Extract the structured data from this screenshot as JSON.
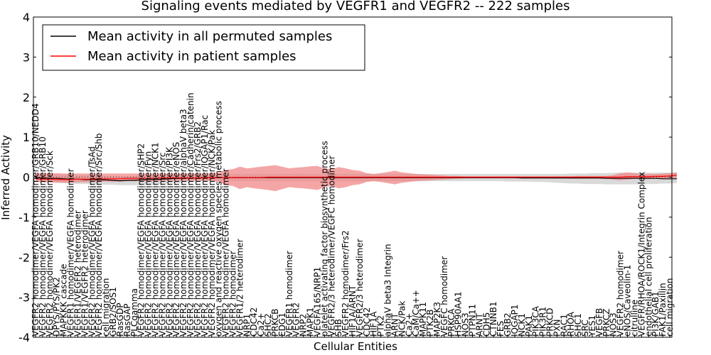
{
  "chart_data": {
    "type": "line",
    "title": "Signaling events mediated by VEGFR1 and VEGFR2 -- 222 samples",
    "xlabel": "Cellular Entities",
    "ylabel": "Inferred Activity",
    "ylim": [
      -4,
      4
    ],
    "yticks": [
      -4,
      -3,
      -2,
      -1,
      0,
      1,
      2,
      3,
      4
    ],
    "grid": false,
    "legend_position": "top-left",
    "colors": {
      "permuted": "#000000",
      "patient": "#ff0000",
      "patient_band": "#f08080",
      "permuted_band": "#cccccc"
    },
    "categories": [
      "VEGFR2 homodimer/VEGFA homodimer/GRB10/NEDD4",
      "VEGFR2 homodimer/VEGFA homodimer/GRB10",
      "VEGFR2 homodimer/VEGFA homodimer/Sck",
      "DPYS/PYS/PK2",
      "MAPKKK cascade",
      "VEGFR1 homodimer/VEGFA homodimer",
      "VEGFR1/VEGFR2 heterodimer",
      "VEGFR1/VEGFR2 heterodimer",
      "VEGFR2 homodimer/VEGFA homodimer/TsAd",
      "VEGFR2 homodimer/VEGFA homodimer/Src/Shb",
      "cell migration",
      "GRB2/SOS1",
      "RasGDP",
      "RasGAP",
      "PLCgamma",
      "VEGFR2 homodimer/VEGFA homodimer/SHP2",
      "VEGFR2 homodimer/VEGFA homodimer/Fyn",
      "VEGFR2 homodimer/VEGFA homodimer/NCK1",
      "VEGFR2 homodimer/VEGFA homodimer/Src",
      "VEGFR2 homodimer/VEGFA homodimer/PI3K",
      "VEGFR2 homodimer/VEGFA homodimer/eNOS",
      "VEGFR2 homodimer/VEGFA homodimer/alphaV beta3",
      "VEGFR2 homodimer/VEGFA homodimer/Cadherin/catenin",
      "VEGFR2 homodimer/VEGFA homodimer/Frs2/GRB2",
      "VEGFR2 homodimer/VEGFA homodimer/IQGAP1/Rac",
      "VEGFR2 homodimer/VEGFA homodimer/NCK/Pak",
      "oxygen and reactive oxygen species metabolic process",
      "VEGFR2 homodimer/VEGFA homodimer",
      "VEGFR2 homodimer",
      "VEGFR1/2 heterodimer",
      "NRP1",
      "CDC42",
      "Ca2+",
      "SHC2",
      "PRKCB",
      "EDG1",
      "VEGFR1 homodimer",
      "VEGFR2",
      "NRP2",
      "MAPK1",
      "VEGFA165/NRP1",
      "platelet activating factor biosynthetic process",
      "VEGFR2/3 heterodimer/VEGFC homodimer",
      "SHB",
      "VEGFR2 homodimer/Frs2",
      "HIF1A/ARNT",
      "VEGFR2/3 heterodimer",
      "CDC42",
      "HIF1A",
      "PTK2",
      "alphaV beta3 Integrin",
      "ARNT",
      "NCK/Pak",
      "Ca2+",
      "CaM/Ca++",
      "MAPK11",
      "PTK2B",
      "MAP2K3",
      "VEGFC homodimer",
      "PRKCA",
      "HSP90AA1",
      "NOS3",
      "PTPN11",
      "ARNT",
      "CDH5",
      "CTNNB1",
      "FES",
      "GRB2",
      "IQGAP1",
      "NCK1",
      "PAK1",
      "PIK3CA",
      "PIK3R1",
      "PRKCD",
      "PXN",
      "RAC1",
      "RHOA",
      "SHC1",
      "SRC",
      "YES1",
      "VEGFB",
      "PRKCZ",
      "NOS3",
      "VEGFR2 homodimer",
      "eNOS/Caveolin-1",
      "citrulline",
      "VEGFR/RHOA/ROCK1/Integrin Complex",
      "endothelial cell proliferation",
      "PI3K/GAB1",
      "FAK1/Paxillin",
      "cell migration"
    ],
    "series": [
      {
        "name": "Mean activity in all permuted samples",
        "color": "#000000",
        "values": [
          -0.01,
          -0.02,
          -0.03,
          -0.03,
          -0.04,
          -0.05,
          -0.05,
          -0.06,
          -0.06,
          -0.07,
          -0.07,
          -0.08,
          -0.09,
          -0.08,
          -0.08,
          -0.07,
          -0.06,
          -0.06,
          -0.05,
          -0.04,
          -0.03,
          -0.03,
          -0.02,
          -0.02,
          -0.01,
          -0.01,
          -0.01,
          -0.01,
          -0.01,
          -0.01,
          -0.01,
          -0.01,
          -0.01,
          -0.01,
          -0.01,
          -0.01,
          -0.01,
          -0.01,
          -0.01,
          -0.01,
          -0.01,
          -0.01,
          -0.01,
          -0.01,
          -0.01,
          -0.01,
          -0.01,
          -0.01,
          -0.01,
          -0.01,
          -0.01,
          -0.01,
          -0.01,
          -0.01,
          -0.01,
          -0.01,
          -0.01,
          -0.01,
          -0.01,
          -0.01,
          -0.01,
          -0.01,
          -0.01,
          -0.01,
          -0.01,
          -0.01,
          -0.01,
          -0.01,
          -0.01,
          -0.02,
          -0.02,
          -0.02,
          -0.02,
          -0.02,
          -0.02,
          -0.02,
          -0.02,
          -0.02,
          -0.02,
          -0.02,
          -0.02,
          -0.03,
          -0.03,
          -0.03,
          -0.03,
          -0.03,
          -0.03,
          -0.03,
          -0.03,
          -0.04,
          -0.04,
          -0.04
        ],
        "band_lower": [
          -0.1,
          -0.12,
          -0.13,
          -0.14,
          -0.15,
          -0.16,
          -0.17,
          -0.17,
          -0.18,
          -0.18,
          -0.19,
          -0.19,
          -0.2,
          -0.2,
          -0.2,
          -0.19,
          -0.19,
          -0.18,
          -0.17,
          -0.16,
          -0.15,
          -0.14,
          -0.13,
          -0.12,
          -0.11,
          -0.1,
          -0.1,
          -0.1,
          -0.1,
          -0.1,
          -0.1,
          -0.1,
          -0.1,
          -0.1,
          -0.1,
          -0.1,
          -0.1,
          -0.1,
          -0.1,
          -0.1,
          -0.1,
          -0.1,
          -0.1,
          -0.1,
          -0.1,
          -0.1,
          -0.1,
          -0.1,
          -0.1,
          -0.1,
          -0.1,
          -0.1,
          -0.1,
          -0.1,
          -0.1,
          -0.1,
          -0.1,
          -0.1,
          -0.1,
          -0.1,
          -0.1,
          -0.1,
          -0.1,
          -0.1,
          -0.1,
          -0.1,
          -0.1,
          -0.11,
          -0.11,
          -0.11,
          -0.11,
          -0.12,
          -0.12,
          -0.13,
          -0.14,
          -0.15,
          -0.16,
          -0.16,
          -0.17,
          -0.17,
          -0.17,
          -0.18,
          -0.18,
          -0.18,
          -0.18,
          -0.18,
          -0.18,
          -0.17,
          -0.17,
          -0.16,
          -0.16,
          -0.15
        ],
        "band_upper": [
          0.08,
          0.08,
          0.07,
          0.07,
          0.06,
          0.06,
          0.05,
          0.05,
          0.04,
          0.04,
          0.03,
          0.03,
          0.02,
          0.02,
          0.03,
          0.03,
          0.04,
          0.05,
          0.06,
          0.07,
          0.08,
          0.08,
          0.08,
          0.08,
          0.08,
          0.08,
          0.08,
          0.08,
          0.08,
          0.08,
          0.08,
          0.08,
          0.08,
          0.08,
          0.08,
          0.08,
          0.08,
          0.08,
          0.08,
          0.08,
          0.08,
          0.08,
          0.08,
          0.08,
          0.08,
          0.08,
          0.08,
          0.08,
          0.08,
          0.08,
          0.08,
          0.08,
          0.08,
          0.08,
          0.08,
          0.08,
          0.08,
          0.08,
          0.08,
          0.08,
          0.08,
          0.08,
          0.08,
          0.08,
          0.08,
          0.08,
          0.08,
          0.08,
          0.08,
          0.08,
          0.08,
          0.08,
          0.08,
          0.08,
          0.08,
          0.08,
          0.09,
          0.09,
          0.09,
          0.1,
          0.1,
          0.1,
          0.11,
          0.11,
          0.11,
          0.11,
          0.11,
          0.11,
          0.11,
          0.11,
          0.11,
          0.11
        ]
      },
      {
        "name": "Mean activity in patient samples",
        "color": "#ff0000",
        "values": [
          -0.04,
          -0.05,
          -0.05,
          -0.06,
          -0.06,
          -0.06,
          -0.05,
          -0.05,
          -0.05,
          -0.04,
          -0.04,
          -0.04,
          -0.04,
          -0.03,
          -0.03,
          -0.03,
          -0.03,
          -0.03,
          -0.02,
          -0.02,
          -0.02,
          -0.02,
          -0.02,
          -0.02,
          -0.02,
          -0.01,
          -0.01,
          -0.01,
          -0.01,
          -0.01,
          -0.01,
          -0.01,
          -0.01,
          0.0,
          0.0,
          0.0,
          0.0,
          0.0,
          0.0,
          0.0,
          0.0,
          0.0,
          0.0,
          0.0,
          0.0,
          0.0,
          0.0,
          0.0,
          0.0,
          0.0,
          0.0,
          0.0,
          0.0,
          0.0,
          0.0,
          0.0,
          0.0,
          0.0,
          0.0,
          0.0,
          0.0,
          0.0,
          0.0,
          0.0,
          0.0,
          0.0,
          0.0,
          0.0,
          0.0,
          0.0,
          0.0,
          0.0,
          0.0,
          0.0,
          0.0,
          0.0,
          0.0,
          0.0,
          0.0,
          0.0,
          0.0,
          0.0,
          0.0,
          0.0,
          0.01,
          0.01,
          0.01,
          0.01,
          0.02,
          0.02,
          0.03,
          0.05
        ],
        "band_lower": [
          -0.12,
          -0.13,
          -0.13,
          -0.14,
          -0.14,
          -0.14,
          -0.13,
          -0.13,
          -0.12,
          -0.12,
          -0.11,
          -0.11,
          -0.11,
          -0.1,
          -0.1,
          -0.1,
          -0.1,
          -0.1,
          -0.09,
          -0.09,
          -0.09,
          -0.09,
          -0.09,
          -0.09,
          -0.09,
          -0.1,
          -0.12,
          -0.2,
          -0.22,
          -0.3,
          -0.25,
          -0.28,
          -0.3,
          -0.32,
          -0.35,
          -0.3,
          -0.25,
          -0.27,
          -0.28,
          -0.3,
          -0.32,
          -0.25,
          -0.22,
          -0.28,
          -0.25,
          -0.2,
          -0.18,
          -0.12,
          -0.1,
          -0.12,
          -0.15,
          -0.18,
          -0.14,
          -0.12,
          -0.1,
          -0.09,
          -0.08,
          -0.07,
          -0.06,
          -0.05,
          -0.04,
          -0.03,
          -0.03,
          -0.03,
          -0.03,
          -0.03,
          -0.03,
          -0.03,
          -0.03,
          -0.03,
          -0.03,
          -0.03,
          -0.03,
          -0.03,
          -0.03,
          -0.03,
          -0.04,
          -0.04,
          -0.04,
          -0.04,
          -0.04,
          -0.04,
          -0.06,
          -0.08,
          -0.06,
          -0.04,
          -0.05,
          -0.05,
          -0.04,
          -0.04,
          -0.03,
          -0.02
        ],
        "band_upper": [
          0.1,
          0.1,
          0.1,
          0.1,
          0.09,
          0.09,
          0.09,
          0.09,
          0.09,
          0.09,
          0.09,
          0.09,
          0.09,
          0.09,
          0.09,
          0.09,
          0.09,
          0.09,
          0.09,
          0.09,
          0.09,
          0.09,
          0.09,
          0.09,
          0.09,
          0.1,
          0.12,
          0.18,
          0.2,
          0.26,
          0.22,
          0.24,
          0.26,
          0.28,
          0.3,
          0.26,
          0.22,
          0.24,
          0.25,
          0.27,
          0.28,
          0.22,
          0.2,
          0.25,
          0.22,
          0.18,
          0.16,
          0.1,
          0.08,
          0.1,
          0.13,
          0.16,
          0.12,
          0.1,
          0.08,
          0.07,
          0.06,
          0.05,
          0.04,
          0.03,
          0.03,
          0.02,
          0.02,
          0.02,
          0.02,
          0.02,
          0.02,
          0.02,
          0.02,
          0.02,
          0.02,
          0.02,
          0.02,
          0.02,
          0.02,
          0.02,
          0.02,
          0.03,
          0.03,
          0.03,
          0.03,
          0.03,
          0.05,
          0.1,
          0.12,
          0.1,
          0.08,
          0.08,
          0.08,
          0.09,
          0.1,
          0.12
        ]
      }
    ]
  }
}
